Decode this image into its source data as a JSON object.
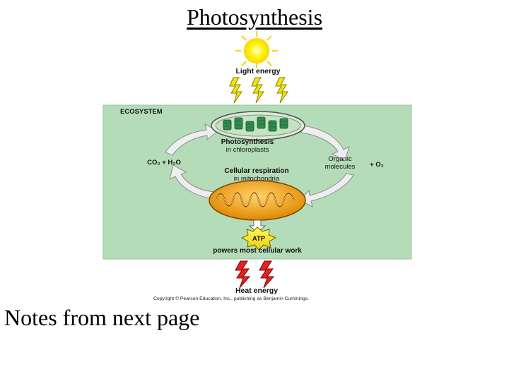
{
  "slide": {
    "title": "Photosynthesis",
    "notes": "Notes from next page"
  },
  "diagram": {
    "light_energy": "Light energy",
    "ecosystem": "ECOSYSTEM",
    "photosynthesis": "Photosynthesis",
    "in_chloroplasts": "in chloroplasts",
    "co2_h2o": "CO₂ + H₂O",
    "organic": "Organic",
    "molecules": "molecules",
    "plus_o2": "+ O₂",
    "cellular_respiration": "Cellular respiration",
    "in_mitochondria": "in mitochondria",
    "atp": "ATP",
    "powers": "powers most cellular work",
    "heat_energy": "Heat energy",
    "copyright": "Copyright © Pearson Education, Inc., publishing as Benjamin Cummings.",
    "colors": {
      "ecosystem_bg": "#b5dcb8",
      "sun": "#fff200",
      "bolt_light": "#f2e600",
      "bolt_heat": "#e82020",
      "mitochondrion": "#f0a000",
      "chloroplast": "#2e8b4f",
      "arrow": "#e8e8e8"
    }
  }
}
